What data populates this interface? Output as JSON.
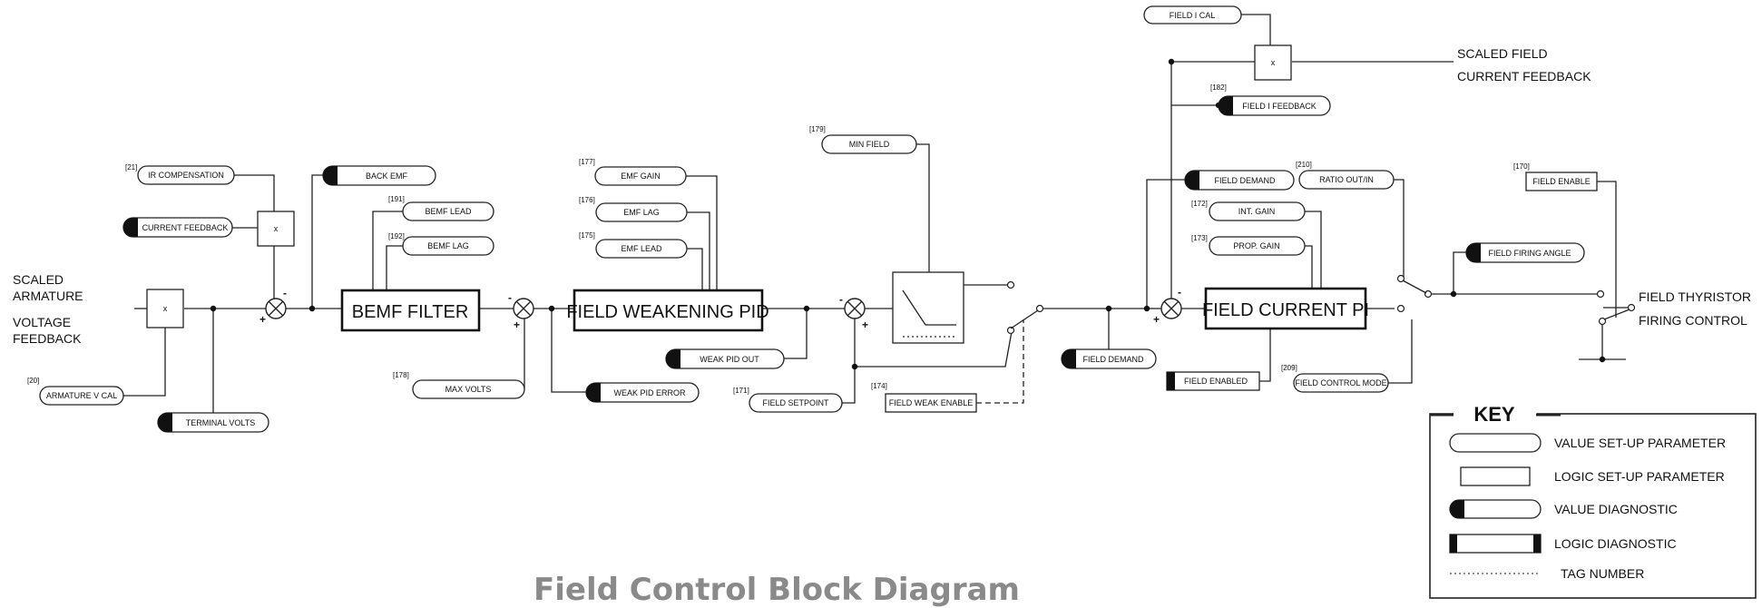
{
  "title": "Field Control Block Diagram",
  "signals": {
    "scaled_armature_1": "SCALED",
    "scaled_armature_2": "ARMATURE",
    "voltage_feedback_1": "VOLTAGE",
    "voltage_feedback_2": "FEEDBACK",
    "scaled_field_1": "SCALED FIELD",
    "scaled_field_2": "CURRENT FEEDBACK",
    "field_thyristor_1": "FIELD THYRISTOR",
    "field_thyristor_2": "FIRING CONTROL"
  },
  "blocks": {
    "bemf_filter": "BEMF FILTER",
    "field_weakening_pid": "FIELD WEAKENING PID",
    "field_current_pi": "FIELD CURRENT PI"
  },
  "multiply": "x",
  "value_params": {
    "armature_v_cal": "ARMATURE V CAL",
    "ir_compensation": "IR COMPENSATION",
    "bemf_lead": "BEMF LEAD",
    "bemf_lag": "BEMF LAG",
    "max_volts": "MAX VOLTS",
    "emf_gain": "EMF GAIN",
    "emf_lag": "EMF LAG",
    "emf_lead": "EMF LEAD",
    "min_field": "MIN FIELD",
    "field_setpoint": "FIELD SETPOINT",
    "field_i_cal": "FIELD I CAL",
    "ratio_out_in": "RATIO OUT/IN",
    "int_gain": "INT. GAIN",
    "prop_gain": "PROP. GAIN",
    "field_control_mode": "FIELD CONTROL MODE"
  },
  "logic_params": {
    "field_weak_enable": "FIELD WEAK ENABLE",
    "field_enable": "FIELD ENABLE"
  },
  "value_diags": {
    "current_feedback": "CURRENT FEEDBACK",
    "terminal_volts": "TERMINAL VOLTS",
    "back_emf": "BACK EMF",
    "weak_pid_out": "WEAK PID OUT",
    "weak_pid_error": "WEAK PID ERROR",
    "field_demand_1": "FIELD DEMAND",
    "field_i_feedback": "FIELD I FEEDBACK",
    "field_demand_2": "FIELD DEMAND",
    "field_firing_angle": "FIELD FIRING ANGLE"
  },
  "logic_diags": {
    "field_enabled": "FIELD ENABLED"
  },
  "tags": {
    "armature_v_cal": "[20]",
    "ir_compensation": "[21]",
    "bemf_lead": "[191]",
    "bemf_lag": "[192]",
    "max_volts": "[178]",
    "emf_gain": "[177]",
    "emf_lag": "[176]",
    "emf_lead": "[175]",
    "min_field": "[179]",
    "field_setpoint": "[171]",
    "field_weak_enable": "[174]",
    "field_i_feedback": "[182]",
    "ratio_out_in": "[210]",
    "int_gain": "[172]",
    "prop_gain": "[173]",
    "field_control_mode": "[209]",
    "field_enable": "[170]"
  },
  "signs": {
    "minus": "-",
    "plus": "+"
  },
  "key": {
    "title": "KEY",
    "value_setup": "VALUE SET-UP PARAMETER",
    "logic_setup": "LOGIC SET-UP PARAMETER",
    "value_diag": "VALUE DIAGNOSTIC",
    "logic_diag": "LOGIC DIAGNOSTIC",
    "tag_number": "TAG NUMBER"
  }
}
